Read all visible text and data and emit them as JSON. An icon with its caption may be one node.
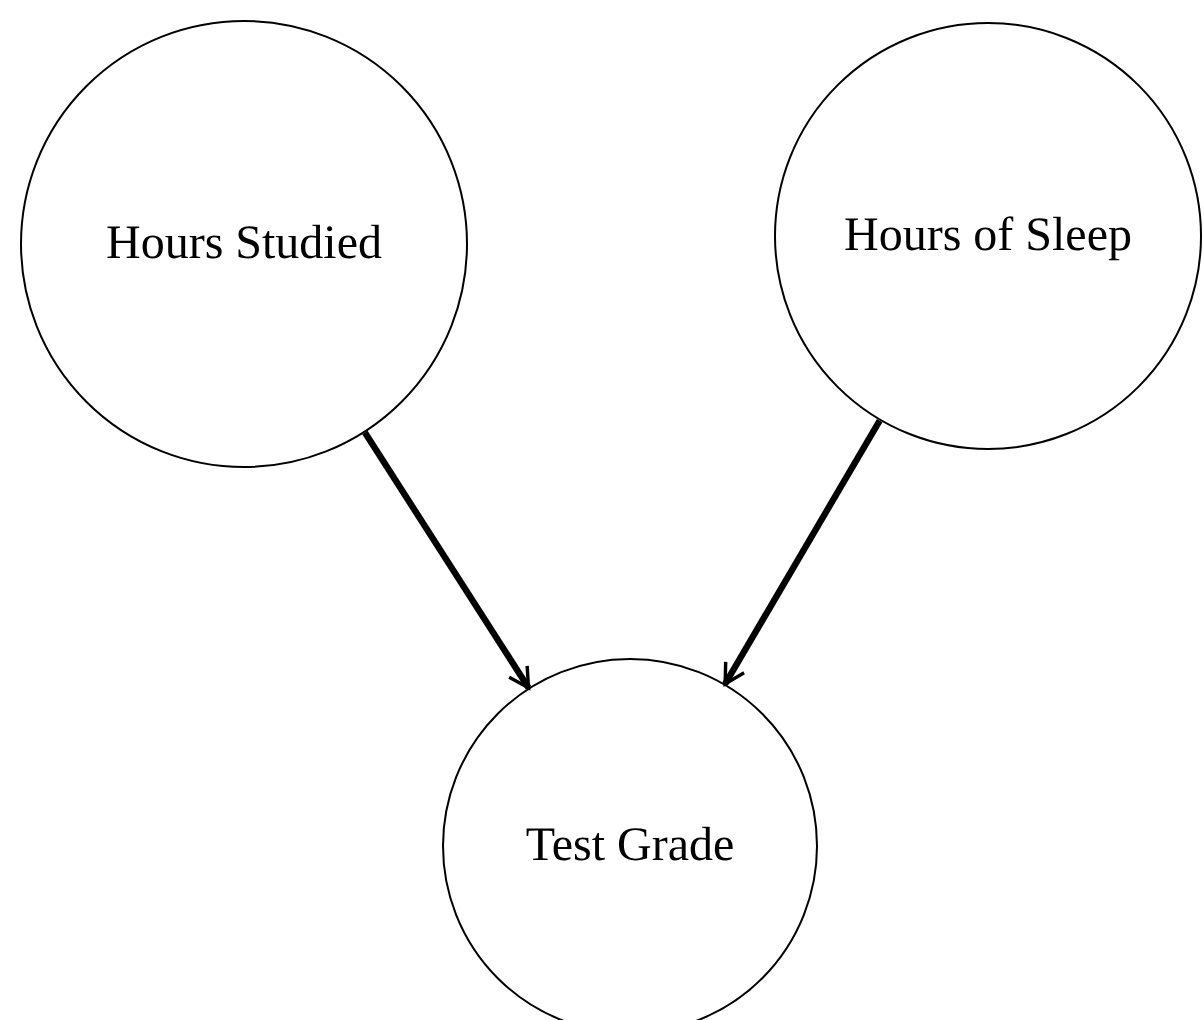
{
  "diagram": {
    "nodes": [
      {
        "text": [
          "Hours Studied"
        ]
      },
      {
        "text": [
          "Hours of Sleep"
        ]
      },
      {
        "text": [
          "Test Grade"
        ]
      }
    ],
    "edges": [
      {
        "from": 0,
        "to": 2,
        "arrow": "to"
      },
      {
        "from": 1,
        "to": 2,
        "arrow": "to"
      }
    ]
  }
}
